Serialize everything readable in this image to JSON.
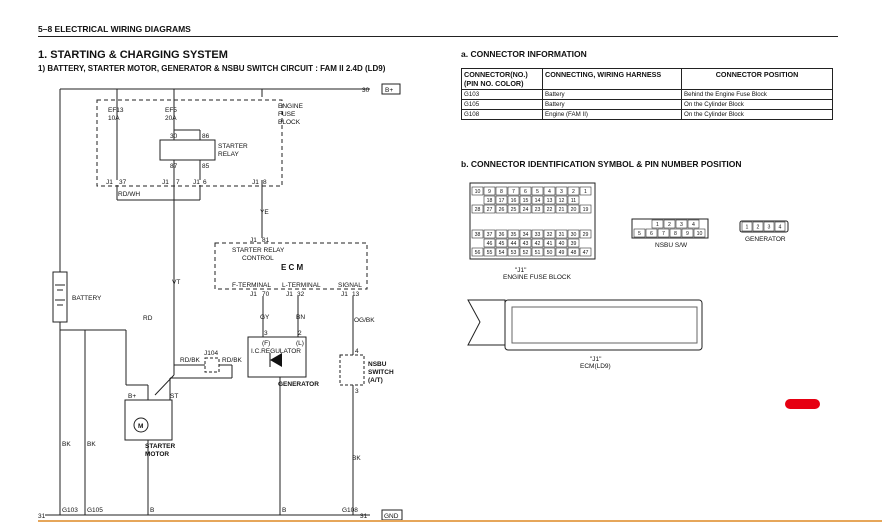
{
  "header": {
    "page_ref": "5–8  ELECTRICAL WIRING DIAGRAMS"
  },
  "title": {
    "main": "1. STARTING & CHARGING SYSTEM",
    "sub": "1) BATTERY, STARTER MOTOR, GENERATOR & NSBU SWITCH CIRCUIT : FAM II 2.4D (LD9)"
  },
  "sections": {
    "connector_info": "a. CONNECTOR INFORMATION",
    "identification": "b. CONNECTOR IDENTIFICATION SYMBOL & PIN NUMBER POSITION"
  },
  "connector_table": {
    "headers": [
      "CONNECTOR(NO.) (PIN NO. COLOR)",
      "CONNECTING, WIRING HARNESS",
      "CONNECTOR POSITION"
    ],
    "rows": [
      [
        "G103",
        "Battery",
        "Behind the Engine Fuse Block"
      ],
      [
        "G105",
        "Battery",
        "On the Cylinder Block"
      ],
      [
        "G108",
        "Engine (FAM II)",
        "On the Cylinder Block"
      ]
    ]
  },
  "schematic": {
    "wire_30": "30",
    "bplus_tag": "B+",
    "fuse_ef13": "EF13",
    "fuse_ef13_rating": "10A",
    "fuse_ef5": "EF5",
    "fuse_ef5_rating": "20A",
    "fuse_block": [
      "ENGINE",
      "FUSE",
      "BLOCK"
    ],
    "relay_pins": [
      "30",
      "86",
      "87",
      "85"
    ],
    "starter_relay": [
      "STARTER",
      "RELAY"
    ],
    "j1_pins": [
      "J1",
      "37",
      "J1",
      "7",
      "J1",
      "6",
      "J1",
      "8"
    ],
    "wire_rd_wh": "RD/WH",
    "wire_ye": "YE",
    "wire_vt": "VT",
    "wire_rd": "RD",
    "ecm_pins": [
      "J1",
      "81",
      "J1",
      "70",
      "J1",
      "32",
      "J1",
      "13"
    ],
    "ecm_label_relay": [
      "STARTER RELAY",
      "CONTROL"
    ],
    "ecm_title": "E C M",
    "ecm_f_terminal": "F-TERMINAL",
    "ecm_l_terminal": "L-TERMINAL",
    "ecm_signal": "SIGNAL",
    "wire_gy": "GY",
    "wire_bn": "BN",
    "wire_og_bk": "OG/BK",
    "battery_label": "BATTERY",
    "gen_pins": [
      "3",
      "2",
      "(F)",
      "(L)"
    ],
    "ic_regulator": "I.C.REGULATOR",
    "generator_label": "GENERATOR",
    "j104": "J104",
    "wire_rd_bk_1": "RD/BK",
    "wire_rd_bk_2": "RD/BK",
    "starter_bplus": "B+",
    "starter_st": "ST",
    "motor_symbol": "M",
    "starter_motor": [
      "STARTER",
      "MOTOR"
    ],
    "nsbu_pins": [
      "4",
      "3"
    ],
    "nsbu_label": [
      "NSBU",
      "SWITCH",
      "(A/T)"
    ],
    "wire_bk_1": "BK",
    "wire_bk_2": "BK",
    "wire_bk_3": "BK",
    "wire_b": "B",
    "wire_b_2": "B",
    "ground_31_left": "31",
    "ground_g103": "G103",
    "ground_g105": "G105",
    "ground_g108": "G108",
    "ground_31_right": "31",
    "gnd_tag": "GND"
  },
  "identification": {
    "fuse_block_top": [
      "10",
      "9",
      "8",
      "7",
      "6",
      "5",
      "4",
      "3",
      "2",
      "1"
    ],
    "fuse_block_row2": [
      "18",
      "17",
      "16",
      "15",
      "14",
      "13",
      "12",
      "11"
    ],
    "fuse_block_row3": [
      "28",
      "27",
      "26",
      "25",
      "24",
      "23",
      "22",
      "21",
      "20",
      "19"
    ],
    "fuse_block_row4": [
      "38",
      "37",
      "36",
      "35",
      "34",
      "33",
      "32",
      "31",
      "30",
      "29"
    ],
    "fuse_block_row5": [
      "46",
      "45",
      "44",
      "43",
      "42",
      "41",
      "40",
      "39"
    ],
    "fuse_block_row6": [
      "56",
      "55",
      "54",
      "53",
      "52",
      "51",
      "50",
      "49",
      "48",
      "47"
    ],
    "fuse_block_caption": [
      "\"J1\"",
      "ENGINE FUSE BLOCK"
    ],
    "nsbu_pins_top": [
      "1",
      "2",
      "3",
      "4"
    ],
    "nsbu_pins_bottom": [
      "5",
      "6",
      "7",
      "8",
      "9",
      "10"
    ],
    "nsbu_caption": "NSBU S/W",
    "generator_pins": [
      "1",
      "2",
      "3",
      "4"
    ],
    "generator_caption": "GENERATOR",
    "ecm_caption": [
      "\"J1\"",
      "ECM(LD9)"
    ]
  }
}
